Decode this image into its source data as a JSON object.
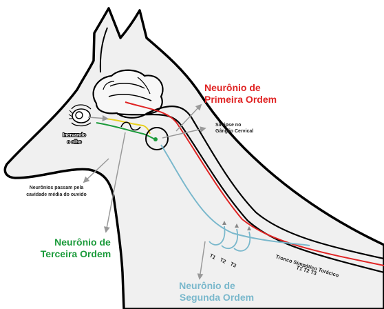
{
  "labels": {
    "first_order_line1": "Neurônio de",
    "first_order_line2": "Primeira Ordem",
    "third_order_line1": "Neurônio de",
    "third_order_line2": "Terceira Ordem",
    "second_order_line1": "Neurônio de",
    "second_order_line2": "Segunda Ordem",
    "synapse_line1": "Sinápse no",
    "synapse_line2": "Gânglio Cervical",
    "eye_line1": "Inervando",
    "eye_line2": "o olho",
    "ear_line1": "Neurônios passam pela",
    "ear_line2": "cavidade média do ouvido",
    "trunk_line1": "Tronco Simpático Torácico",
    "trunk_line2": "T1 T2 T3",
    "t1": "T1",
    "t2": "T2",
    "t3": "T3"
  },
  "colors": {
    "first_order": "#e02424",
    "third_order": "#1a9a3a",
    "second_order": "#7ab8cc",
    "yellow_nerve": "#e8d020",
    "outline": "#000000",
    "body_fill": "#f0f0f0",
    "arrow": "#999999"
  }
}
